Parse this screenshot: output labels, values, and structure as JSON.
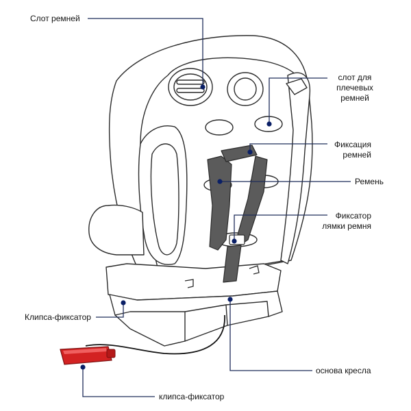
{
  "labels": {
    "belt_slot": "Слот ремней",
    "shoulder_slot_line1": "слот для",
    "shoulder_slot_line2": "плечевых",
    "shoulder_slot_line3": "ремней",
    "belt_fixation_line1": "Фиксация",
    "belt_fixation_line2": "ремней",
    "belt": "Ремень",
    "strap_lock_line1": "Фиксатор",
    "strap_lock_line2": "лямки ремня",
    "clip_lock_left": "Клипса-фиксатор",
    "seat_base": "основа кресла",
    "clip_lock_bottom": "клипса-фиксатор"
  },
  "colors": {
    "leader_line": "#1f2d5a",
    "dot": "#0a1f66",
    "belt_fill": "#5b5b5b",
    "clip_fill": "#d32222",
    "outline": "#2a2a2a"
  }
}
